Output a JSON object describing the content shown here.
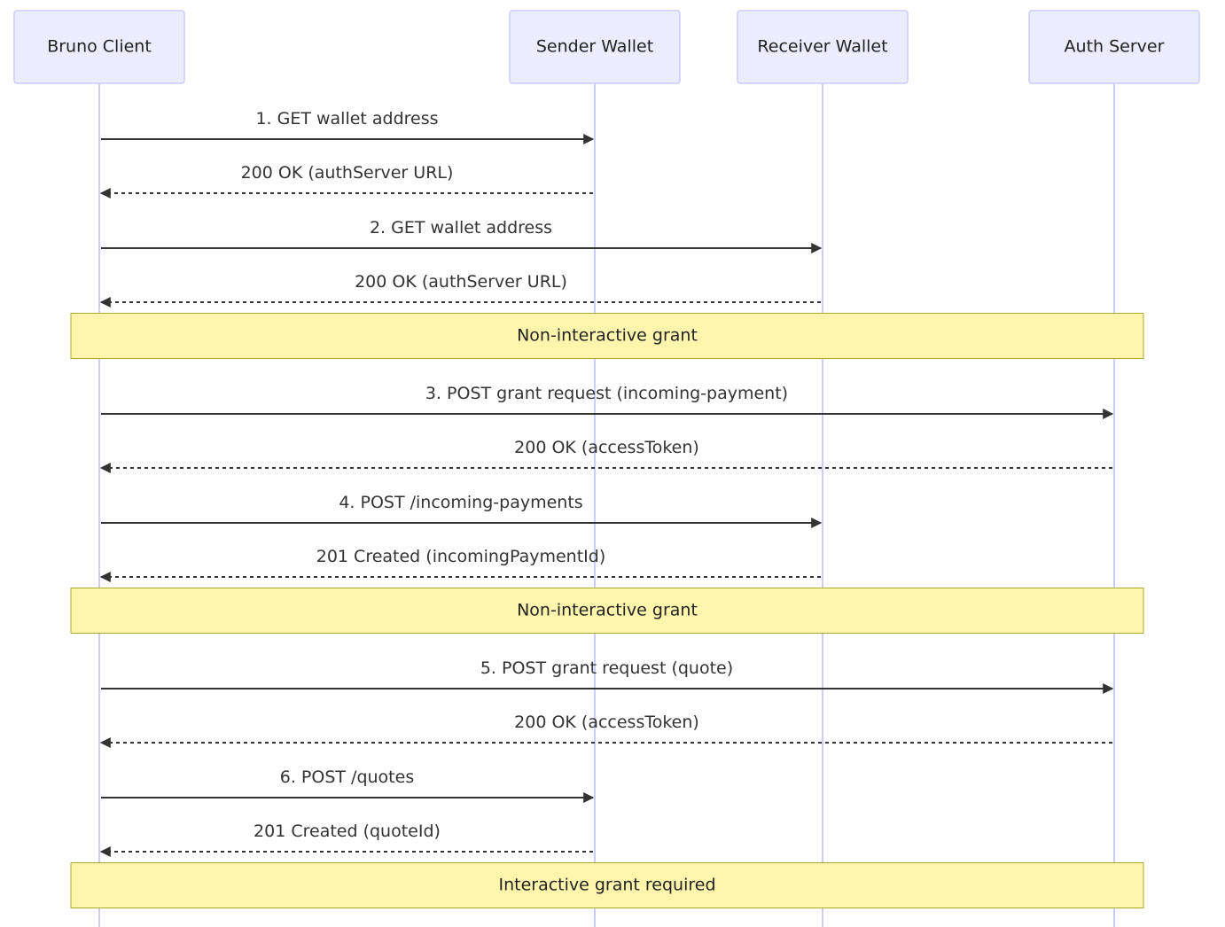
{
  "actors": [
    {
      "id": "client",
      "label": "Bruno Client"
    },
    {
      "id": "sender",
      "label": "Sender Wallet"
    },
    {
      "id": "receiver",
      "label": "Receiver Wallet"
    },
    {
      "id": "auth",
      "label": "Auth Server"
    }
  ],
  "steps": [
    {
      "kind": "message",
      "from": "client",
      "to": "sender",
      "style": "solid",
      "label": "1. GET wallet address"
    },
    {
      "kind": "message",
      "from": "sender",
      "to": "client",
      "style": "dashed",
      "label": "200 OK (authServer URL)"
    },
    {
      "kind": "message",
      "from": "client",
      "to": "receiver",
      "style": "solid",
      "label": "2. GET wallet address"
    },
    {
      "kind": "message",
      "from": "receiver",
      "to": "client",
      "style": "dashed",
      "label": "200 OK (authServer URL)"
    },
    {
      "kind": "note",
      "label": "Non-interactive grant"
    },
    {
      "kind": "message",
      "from": "client",
      "to": "auth",
      "style": "solid",
      "label": "3. POST grant request (incoming-payment)"
    },
    {
      "kind": "message",
      "from": "auth",
      "to": "client",
      "style": "dashed",
      "label": "200 OK (accessToken)"
    },
    {
      "kind": "message",
      "from": "client",
      "to": "receiver",
      "style": "solid",
      "label": "4. POST /incoming-payments"
    },
    {
      "kind": "message",
      "from": "receiver",
      "to": "client",
      "style": "dashed",
      "label": "201 Created (incomingPaymentId)"
    },
    {
      "kind": "note",
      "label": "Non-interactive grant"
    },
    {
      "kind": "message",
      "from": "client",
      "to": "auth",
      "style": "solid",
      "label": "5. POST grant request (quote)"
    },
    {
      "kind": "message",
      "from": "auth",
      "to": "client",
      "style": "dashed",
      "label": "200 OK (accessToken)"
    },
    {
      "kind": "message",
      "from": "client",
      "to": "sender",
      "style": "solid",
      "label": "6. POST /quotes"
    },
    {
      "kind": "message",
      "from": "sender",
      "to": "client",
      "style": "dashed",
      "label": "201 Created (quoteId)"
    },
    {
      "kind": "note",
      "label": "Interactive grant required"
    }
  ]
}
